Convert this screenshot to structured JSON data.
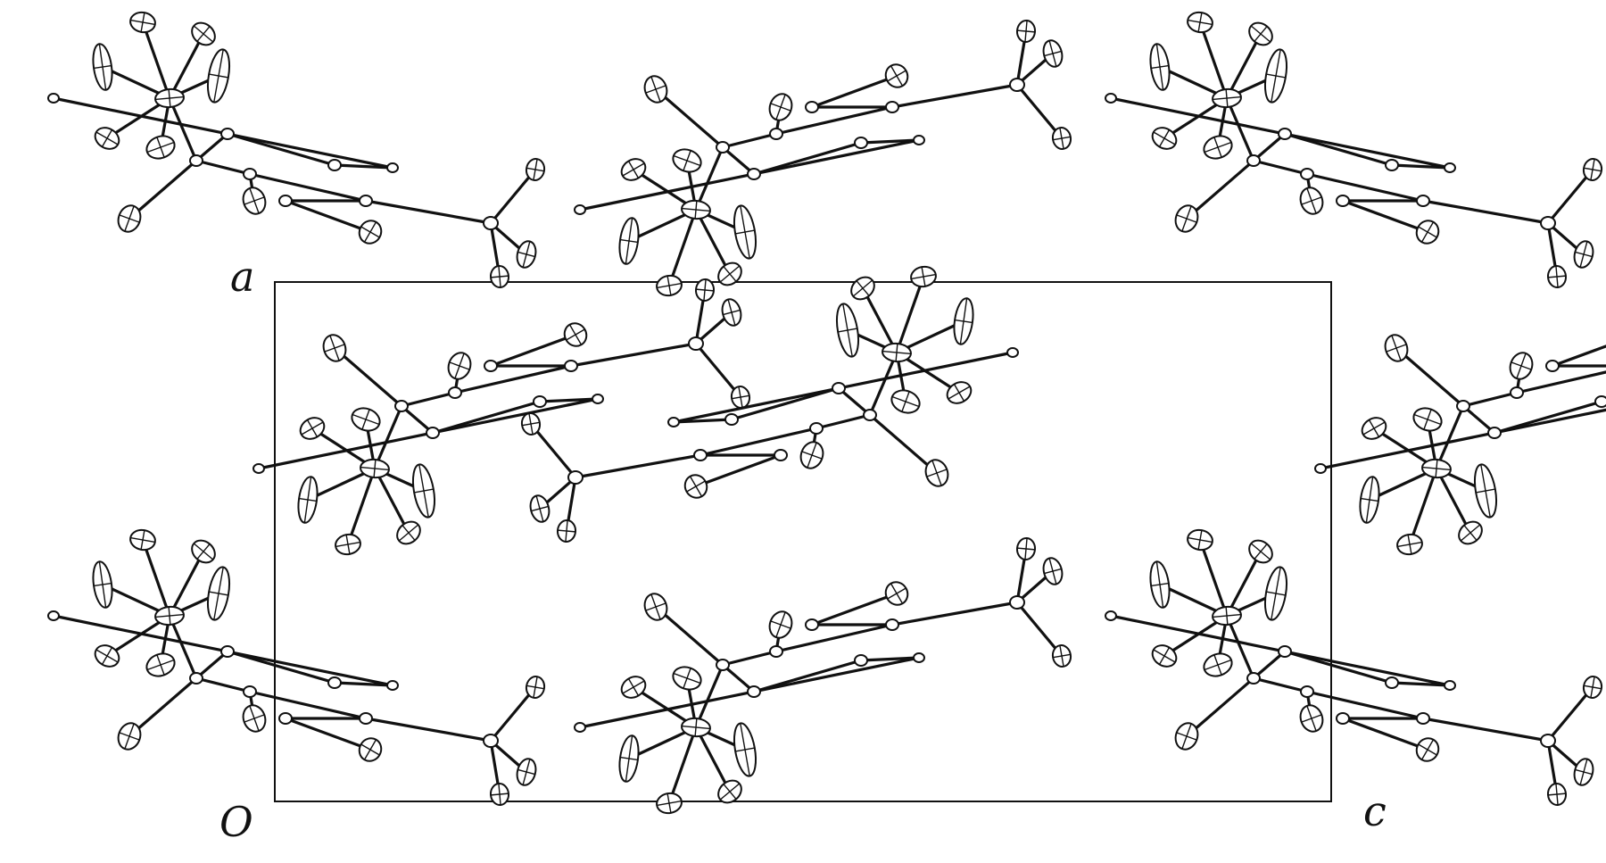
{
  "figure": {
    "labels": {
      "a": "a",
      "origin": "O",
      "c": "c"
    },
    "colors": {
      "ink": "#111111",
      "background": "#ffffff"
    }
  }
}
